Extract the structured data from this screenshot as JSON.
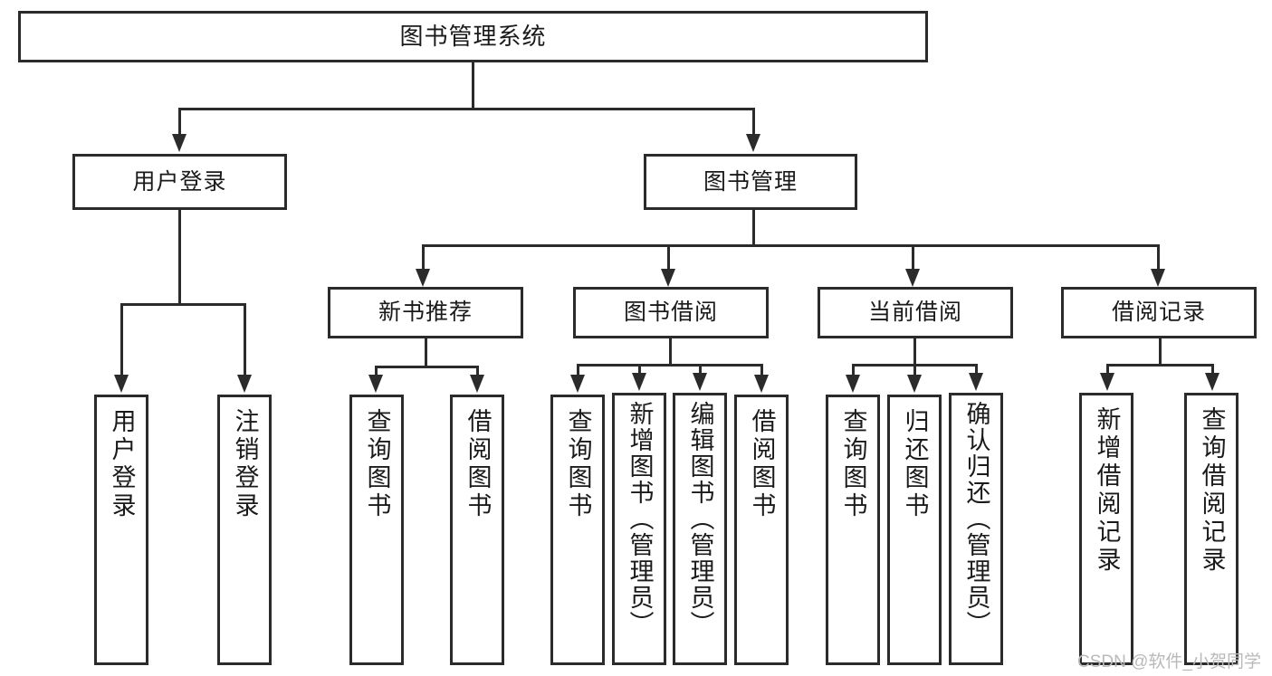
{
  "diagram": {
    "title": "图书管理系统",
    "type": "功能结构图",
    "root": {
      "label": "图书管理系统"
    },
    "tier2": [
      {
        "label": "用户登录"
      },
      {
        "label": "图书管理"
      }
    ],
    "tier3": [
      {
        "label": "新书推荐"
      },
      {
        "label": "图书借阅"
      },
      {
        "label": "当前借阅"
      },
      {
        "label": "借阅记录"
      }
    ],
    "leaves": {
      "user_login": [
        {
          "label": "用户登录"
        },
        {
          "label": "注销登录"
        }
      ],
      "new_book_recommend": [
        {
          "label": "查询图书"
        },
        {
          "label": "借阅图书"
        }
      ],
      "book_borrow": [
        {
          "label": "查询图书"
        },
        {
          "label": "新增图书（管理员）"
        },
        {
          "label": "编辑图书（管理员）"
        },
        {
          "label": "借阅图书"
        }
      ],
      "current_borrow": [
        {
          "label": "查询图书"
        },
        {
          "label": "归还图书"
        },
        {
          "label": "确认归还（管理员）"
        }
      ],
      "borrow_record": [
        {
          "label": "新增借阅记录"
        },
        {
          "label": "查询借阅记录"
        }
      ]
    }
  },
  "watermark": {
    "text": "CSDN @软件_小贺同学"
  },
  "colors": {
    "border": "#2b2b2b",
    "background": "#ffffff",
    "text": "#1a1a1a",
    "watermark": "#b9b9b9"
  }
}
